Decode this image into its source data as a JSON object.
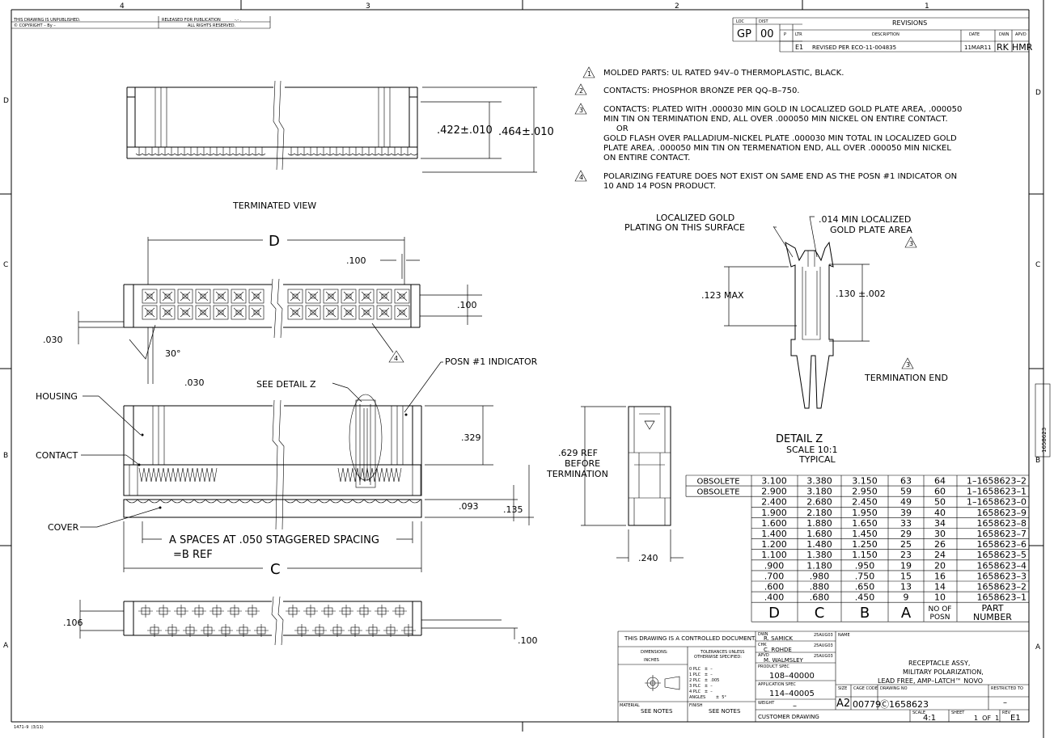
{
  "frame": {
    "zones_top": [
      "4",
      "3",
      "2",
      "1"
    ],
    "zones_side": [
      "D",
      "C",
      "B",
      "A"
    ]
  },
  "header": {
    "unpublished": "THIS DRAWING IS UNPUBLISHED.",
    "released": "RELEASED FOR PUBLICATION",
    "released_val": "-.-  .",
    "copyright": "© COPYRIGHT  –   By –",
    "rights": "ALL RIGHTS RESERVED."
  },
  "loc_dist": {
    "loc_label": "LOC",
    "dist_label": "DIST",
    "loc": "GP",
    "dist": "00"
  },
  "revisions": {
    "title": "REVISIONS",
    "headers": [
      "P",
      "LTR",
      "DESCRIPTION",
      "DATE",
      "DWN",
      "APVD"
    ],
    "rows": [
      {
        "p": "",
        "ltr": "E1",
        "desc": "REVISED PER ECO-11-004835",
        "date": "11MAR11",
        "dwn": "RK",
        "apvd": "HMR"
      }
    ]
  },
  "notes": [
    {
      "num": "1",
      "lines": [
        "MOLDED PARTS:  UL RATED 94V–0 THERMOPLASTIC, BLACK."
      ]
    },
    {
      "num": "2",
      "lines": [
        "CONTACTS:  PHOSPHOR BRONZE PER QQ–B–750."
      ]
    },
    {
      "num": "3",
      "lines": [
        "CONTACTS:  PLATED WITH .000030 MIN GOLD IN LOCALIZED GOLD PLATE AREA, .000050",
        "MIN TIN ON TERMINATION END, ALL OVER .000050 MIN NICKEL ON ENTIRE CONTACT.",
        "     OR",
        "GOLD FLASH OVER PALLADIUM–NICKEL PLATE .000030 MIN TOTAL IN LOCALIZED GOLD",
        "PLATE AREA, .000050 MIN TIN ON TERMENATION END, ALL OVER .000050 MIN NICKEL",
        "ON ENTIRE CONTACT."
      ]
    },
    {
      "num": "4",
      "lines": [
        "POLARIZING FEATURE DOES NOT EXIST ON SAME END AS THE POSN #1 INDICATOR ON",
        "10 AND 14 POSN PRODUCT."
      ]
    }
  ],
  "views": {
    "terminated_view": "TERMINATED VIEW",
    "dim_422": ".422±.010",
    "dim_464": ".464±.010",
    "dim_D": "D",
    "dim_100_top": ".100",
    "dim_100_right": ".100",
    "dim_030_left": ".030",
    "dim_30deg": "30°",
    "dim_030_bottom": ".030",
    "callout_4": "4",
    "see_detail": "SEE DETAIL Z",
    "posn_indicator": "POSN #1 INDICATOR",
    "housing": "HOUSING",
    "contact": "CONTACT",
    "cover": "COVER",
    "dim_329": ".329",
    "dim_093": ".093",
    "dim_135": ".135",
    "dim_A_text": "A  SPACES AT .050 STAGGERED SPACING",
    "dim_A": "A",
    "dim_B_text": "=B REF",
    "dim_B": "B",
    "dim_C": "C",
    "dim_106": ".106",
    "dim_100_bottom": ".100",
    "dim_629_1": ".629 REF",
    "dim_629_2": "BEFORE",
    "dim_629_3": "TERMINATION",
    "dim_240": ".240"
  },
  "detail": {
    "gold_label_1": "LOCALIZED GOLD",
    "gold_label_2": "PLATING ON THIS SURFACE",
    "min_label_1": ".014 MIN LOCALIZED",
    "min_label_2": "GOLD PLATE AREA",
    "callout_3a": "3",
    "dim_123": ".123  MAX",
    "dim_130": ".130 ±.002",
    "callout_3b": "3",
    "termination_end": "TERMINATION END",
    "title": "DETAIL  Z",
    "scale": "SCALE 10:1",
    "typical": "TYPICAL"
  },
  "table": {
    "columns": [
      "D",
      "C",
      "B",
      "A",
      "NO OF POSN",
      "PART NUMBER"
    ],
    "rows": [
      {
        "status": "OBSOLETE",
        "D": "3.100",
        "C": "3.380",
        "B": "3.150",
        "A": "63",
        "posn": "64",
        "part": "1–1658623–2"
      },
      {
        "status": "OBSOLETE",
        "D": "2.900",
        "C": "3.180",
        "B": "2.950",
        "A": "59",
        "posn": "60",
        "part": "1–1658623–1"
      },
      {
        "status": "",
        "D": "2.400",
        "C": "2.680",
        "B": "2.450",
        "A": "49",
        "posn": "50",
        "part": "1–1658623–0"
      },
      {
        "status": "",
        "D": "1.900",
        "C": "2.180",
        "B": "1.950",
        "A": "39",
        "posn": "40",
        "part": "1658623–9"
      },
      {
        "status": "",
        "D": "1.600",
        "C": "1.880",
        "B": "1.650",
        "A": "33",
        "posn": "34",
        "part": "1658623–8"
      },
      {
        "status": "",
        "D": "1.400",
        "C": "1.680",
        "B": "1.450",
        "A": "29",
        "posn": "30",
        "part": "1658623–7"
      },
      {
        "status": "",
        "D": "1.200",
        "C": "1.480",
        "B": "1.250",
        "A": "25",
        "posn": "26",
        "part": "1658623–6"
      },
      {
        "status": "",
        "D": "1.100",
        "C": "1.380",
        "B": "1.150",
        "A": "23",
        "posn": "24",
        "part": "1658623–5"
      },
      {
        "status": "",
        "D": ".900",
        "C": "1.180",
        "B": ".950",
        "A": "19",
        "posn": "20",
        "part": "1658623–4"
      },
      {
        "status": "",
        "D": ".700",
        "C": ".980",
        "B": ".750",
        "A": "15",
        "posn": "16",
        "part": "1658623–3"
      },
      {
        "status": "",
        "D": ".600",
        "C": ".880",
        "B": ".650",
        "A": "13",
        "posn": "14",
        "part": "1658623–2"
      },
      {
        "status": "",
        "D": ".400",
        "C": ".680",
        "B": ".450",
        "A": "9",
        "posn": "10",
        "part": "1658623–1"
      }
    ]
  },
  "title_block": {
    "controlled": "THIS DRAWING IS A CONTROLLED DOCUMENT.",
    "dimensions_label": "DIMENSIONS:",
    "dimensions_val": "INCHES",
    "tol_label_1": "TOLERANCES UNLESS",
    "tol_label_2": "OTHERWISE SPECIFIED:",
    "tol_lines": [
      "0 PLC   ±  –",
      "1 PLC   ±  –",
      "2 PLC   ±  .005",
      "3 PLC   ±  –",
      "4 PLC   ±  –",
      "ANGLES        ±  5°"
    ],
    "material_label": "MATERIAL",
    "material_val": "SEE NOTES",
    "finish_label": "FINISH",
    "finish_val": "SEE NOTES",
    "dwn_label": "DWN",
    "dwn_name": "R. SAMICK",
    "dwn_date": "25AUG03",
    "chk_label": "CHK",
    "chk_name": "C. ROHDE",
    "chk_date": "25AUG03",
    "apvd_label": "APVD",
    "apvd_name": "M. WALMSLEY",
    "apvd_date": "25AUG03",
    "product_spec_label": "PRODUCT SPEC",
    "product_spec": "108–40000",
    "application_spec_label": "APPLICATION SPEC",
    "application_spec": "114–40005",
    "weight_label": "WEIGHT",
    "weight_val": "–",
    "name_label": "NAME",
    "name_1": "RECEPTACLE ASSY,",
    "name_2": "MILITARY POLARIZATION,",
    "name_3": "LEAD FREE, AMP–LATCH™ NOVO",
    "size_label": "SIZE",
    "size_val": "A2",
    "cage_label": "CAGE CODE",
    "cage_val": "00779",
    "drawing_no_label": "DRAWING NO",
    "drawing_no": "Ⓒ1658623",
    "restricted_label": "RESTRICTED TO",
    "restricted_val": "–",
    "customer_drawing": "CUSTOMER DRAWING",
    "scale_label": "SCALE",
    "scale_val": "4:1",
    "sheet_label": "SHEET",
    "sheet_val": "1  OF  1",
    "rev_label": "REV",
    "rev_val": "E1"
  },
  "side_tab": "1658623",
  "form_no": "1471–9  (3/11)"
}
